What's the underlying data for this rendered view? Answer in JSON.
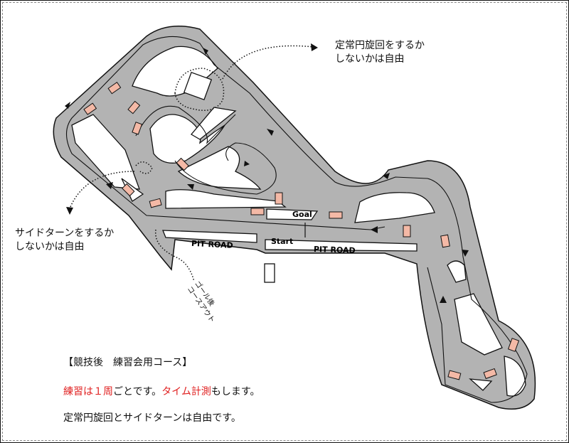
{
  "notes": {
    "top_right": "定常円旋回をするか\nしないかは自由",
    "left": "サイドターンをするか\nしないかは自由",
    "exit": "ゴール後\nコースアウト"
  },
  "labels": {
    "pit_road_1": "PIT ROAD",
    "pit_road_2": "PIT ROAD",
    "start": "Start",
    "goal": "Goal"
  },
  "legend": {
    "title": "【競技後　練習会用コース】",
    "line2": {
      "a": "練習は１周",
      "b": "ごとです。",
      "c": "タイム計測",
      "d": "もします。"
    },
    "line3": "定常円旋回とサイドターンは自由です。"
  },
  "colors": {
    "track": "#b3b3b3",
    "pylon": "#f4b9a6",
    "highlight": "#e02020"
  }
}
